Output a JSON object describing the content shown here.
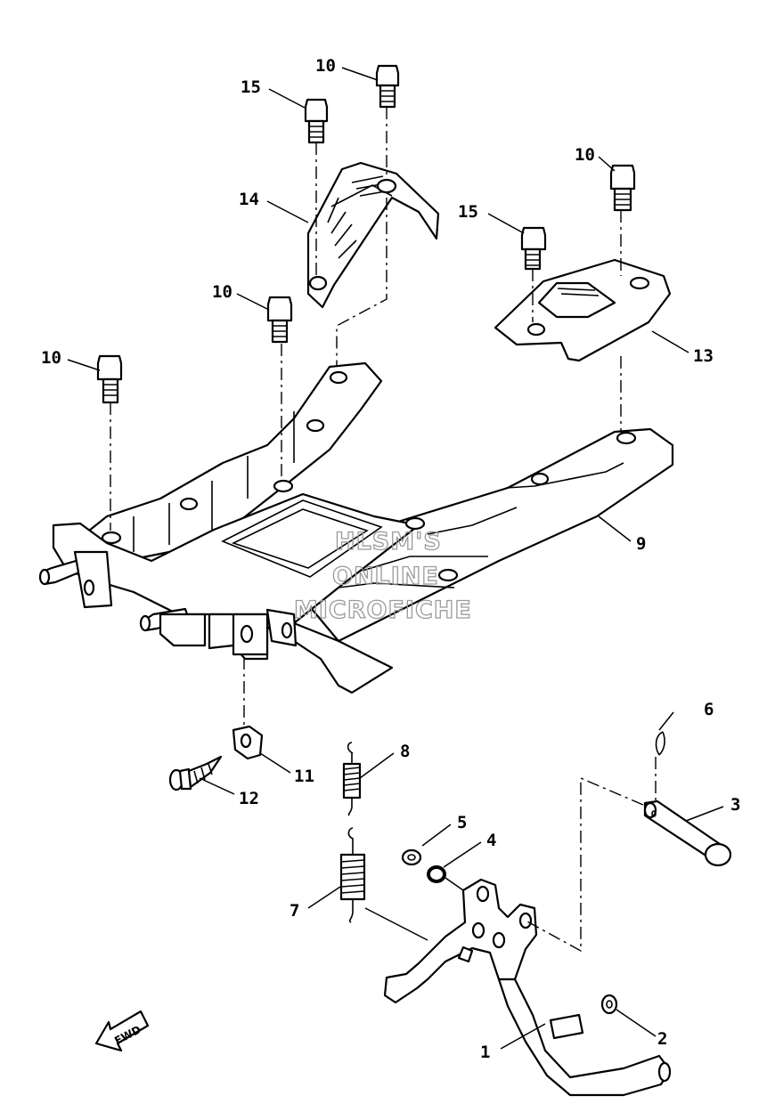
{
  "callouts": {
    "c1": "1",
    "c2": "2",
    "c3": "3",
    "c4": "4",
    "c5": "5",
    "c6": "6",
    "c7": "7",
    "c8": "8",
    "c9": "9",
    "c10a": "10",
    "c10b": "10",
    "c10c": "10",
    "c10d": "10",
    "c11": "11",
    "c12": "12",
    "c13": "13",
    "c14": "14",
    "c15a": "15",
    "c15b": "15"
  },
  "watermark": {
    "line1": "HLSM'S",
    "line2": "ONLINE",
    "line3": "MICROFICHE"
  },
  "direction_label": "FWD"
}
